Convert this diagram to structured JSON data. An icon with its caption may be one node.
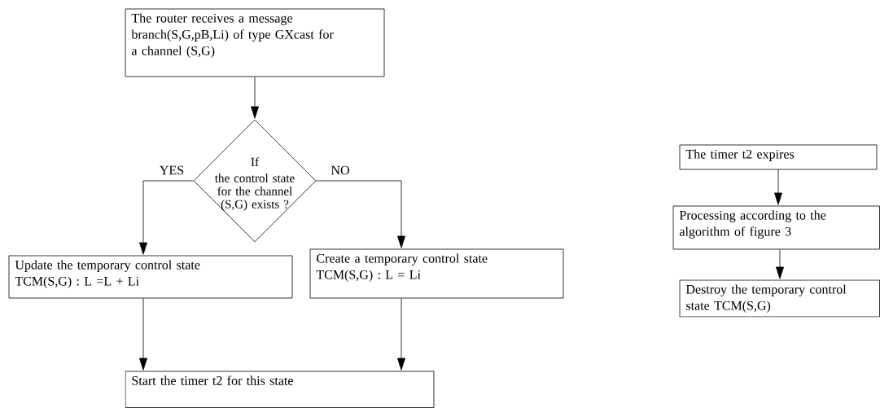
{
  "diagram": {
    "nodes": [
      {
        "text": [
          "The router receives a message branch(S,G,pB,Li) of type GXcast for a channel (S,G)"
        ]
      },
      {
        "text": [
          "If",
          "the control state for the channel (S,G) exists ?"
        ]
      },
      {
        "text": [
          "Update the temporary control state TCM(S,G) : L =L + Li"
        ]
      },
      {
        "text": [
          "Create a temporary control state TCM(S,G) : L = Li"
        ]
      },
      {
        "text": [
          "Start the timer t2 for this state"
        ]
      },
      {
        "text": [
          "The timer t2 expires"
        ]
      },
      {
        "text": [
          "Processing according to the algorithm of figure 3"
        ]
      },
      {
        "text": [
          "Destroy the temporary control state TCM(S,G)"
        ]
      }
    ],
    "edges": [
      {
        "from": 0,
        "to": 1,
        "arrow": "to"
      },
      {
        "from": 1,
        "to": 2,
        "arrow": "to",
        "label": "YES"
      },
      {
        "from": 1,
        "to": 3,
        "arrow": "to",
        "label": "NO"
      },
      {
        "from": 2,
        "to": 4,
        "arrow": "to"
      },
      {
        "from": 3,
        "to": 4,
        "arrow": "to"
      },
      {
        "from": 5,
        "to": 6,
        "arrow": "to"
      },
      {
        "from": 6,
        "to": 7,
        "arrow": "to"
      }
    ]
  }
}
